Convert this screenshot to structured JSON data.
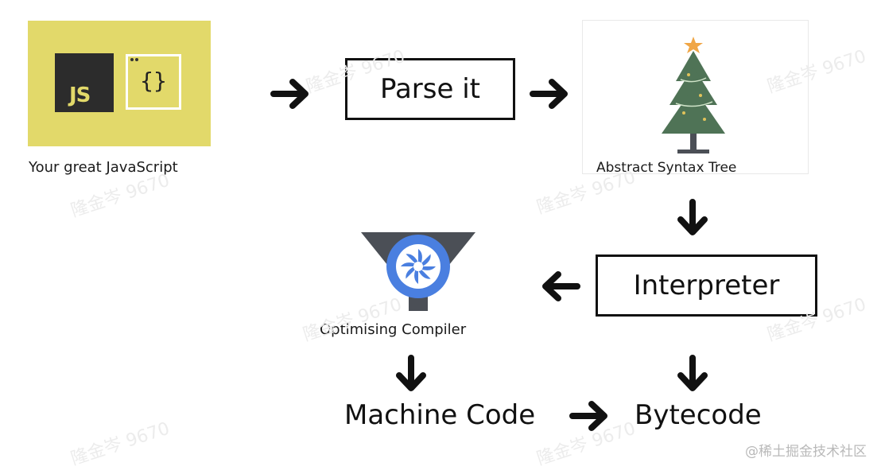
{
  "diagram": {
    "source": {
      "badge_text": "JS",
      "code_glyph": "{}",
      "caption": "Your great JavaScript"
    },
    "parse": {
      "label": "Parse it"
    },
    "ast": {
      "caption": "Abstract Syntax Tree"
    },
    "interpreter": {
      "label": "Interpreter"
    },
    "compiler": {
      "caption": "Optimising Compiler"
    },
    "machine_code": {
      "label": "Machine Code"
    },
    "bytecode": {
      "label": "Bytecode"
    }
  },
  "watermarks": {
    "repeated": "隆金岑 9670",
    "corner": "@稀土掘金技术社区"
  },
  "colors": {
    "js_yellow": "#e2d96a",
    "js_dark": "#2c2c2c",
    "tree_green": "#4f7356",
    "star_orange": "#f0a646",
    "compiler_blue": "#4a7fe0",
    "funnel_gray": "#4b4f56",
    "arrow_black": "#111111"
  }
}
